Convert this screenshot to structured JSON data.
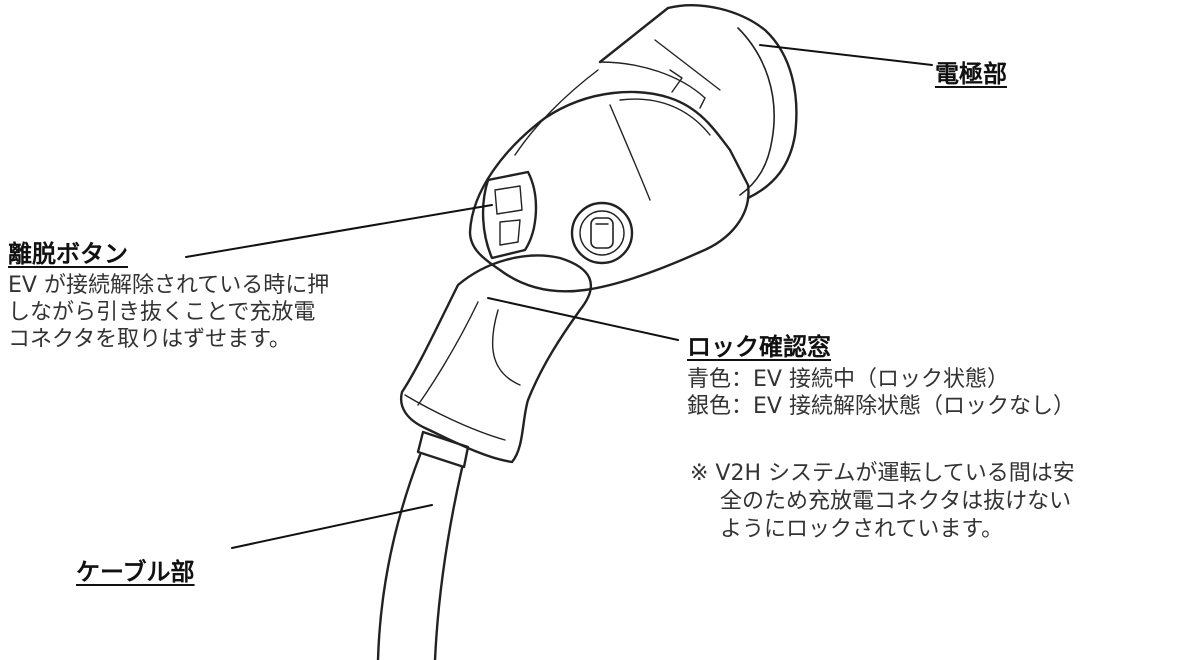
{
  "labels": {
    "electrode": {
      "title": "電極部"
    },
    "release": {
      "title": "離脱ボタン",
      "desc": [
        "EV が接続解除されている時に押",
        "しながら引き抜くことで充放電",
        "コネクタを取りはずせます。"
      ]
    },
    "lock_window": {
      "title": "ロック確認窓",
      "desc": [
        "青色：EV 接続中（ロック状態）",
        "銀色：EV 接続解除状態（ロックなし）"
      ]
    },
    "note": [
      "※ V2H システムが運転している間は安",
      "全のため充放電コネクタは抜けない",
      "ようにロックされています。"
    ],
    "cable": {
      "title": "ケーブル部"
    }
  }
}
